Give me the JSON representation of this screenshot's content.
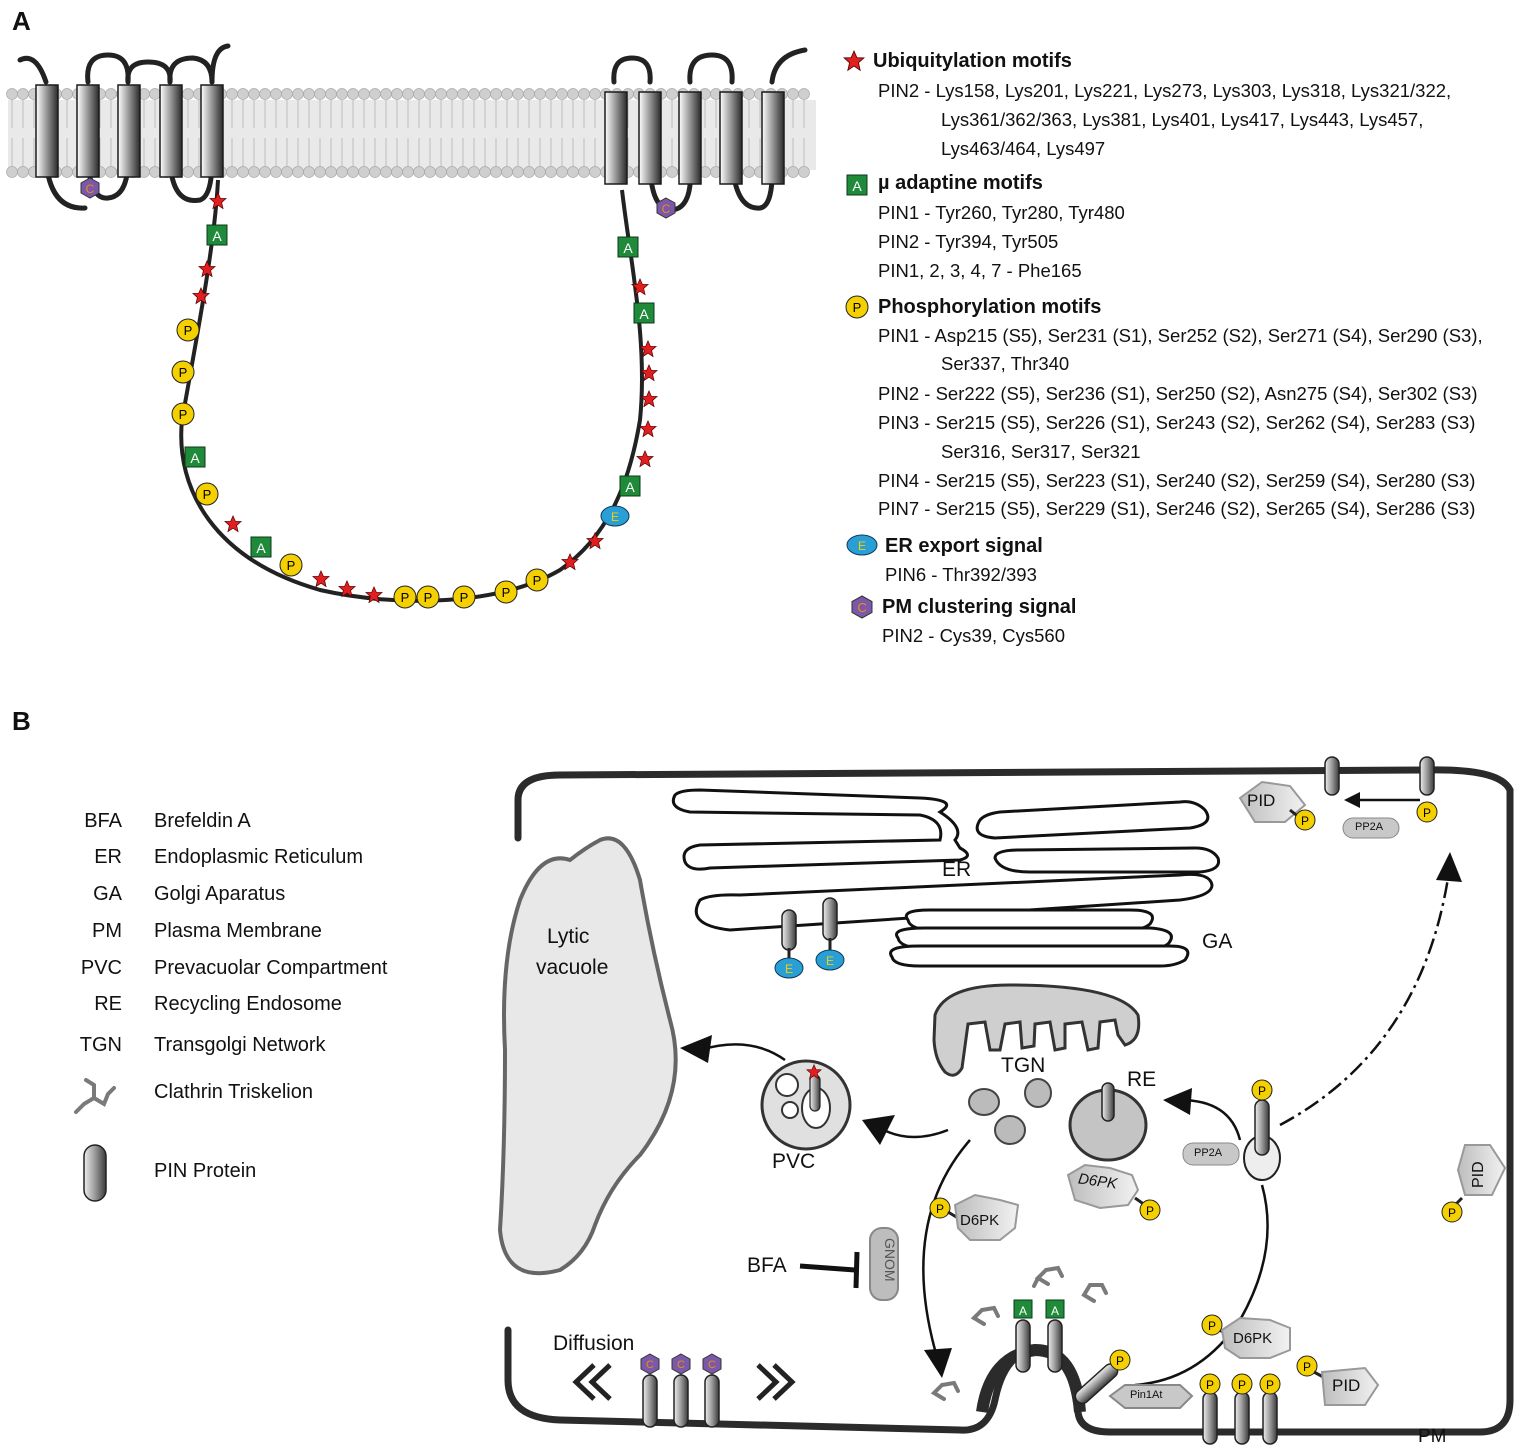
{
  "panels": {
    "a": "A",
    "b": "B"
  },
  "legend_a": {
    "ubiquitylation": {
      "title": "Ubiquitylation motifs",
      "lines": [
        "PIN2 - Lys158, Lys201, Lys221, Lys273, Lys303, Lys318, Lys321/322,",
        "Lys361/362/363, Lys381, Lys401, Lys417, Lys443, Lys457,",
        "Lys463/464, Lys497"
      ]
    },
    "adaptine": {
      "title": "µ adaptine motifs",
      "symbol": "A",
      "lines": [
        "PIN1 - Tyr260, Tyr280, Tyr480",
        "PIN2 - Tyr394, Tyr505",
        "PIN1, 2, 3, 4, 7 - Phe165"
      ]
    },
    "phosphorylation": {
      "title": "Phosphorylation motifs",
      "symbol": "P",
      "lines": [
        "PIN1 - Asp215 (S5), Ser231 (S1), Ser252 (S2), Ser271 (S4), Ser290 (S3),",
        "Ser337, Thr340",
        "PIN2 - Ser222 (S5), Ser236 (S1), Ser250 (S2), Asn275 (S4), Ser302 (S3)",
        "PIN3 - Ser215 (S5), Ser226 (S1), Ser243 (S2), Ser262 (S4), Ser283 (S3)",
        "Ser316, Ser317, Ser321",
        "PIN4 - Ser215 (S5), Ser223 (S1), Ser240 (S2), Ser259 (S4), Ser280 (S3)",
        "PIN7 - Ser215 (S5), Ser229 (S1), Ser246 (S2), Ser265 (S4), Ser286 (S3)"
      ]
    },
    "er_export": {
      "title": "ER export signal",
      "symbol": "E",
      "lines": [
        "PIN6 - Thr392/393"
      ]
    },
    "pm_cluster": {
      "title": "PM clustering signal",
      "symbol": "C",
      "lines": [
        "PIN2 - Cys39, Cys560"
      ]
    }
  },
  "abbreviations": [
    {
      "abbr": "BFA",
      "full": "Brefeldin A"
    },
    {
      "abbr": "ER",
      "full": "Endoplasmic Reticulum"
    },
    {
      "abbr": "GA",
      "full": "Golgi Aparatus"
    },
    {
      "abbr": "PM",
      "full": "Plasma Membrane"
    },
    {
      "abbr": "PVC",
      "full": "Prevacuolar Compartment"
    },
    {
      "abbr": "RE",
      "full": "Recycling Endosome"
    },
    {
      "abbr": "TGN",
      "full": "Transgolgi Network"
    }
  ],
  "legend_b": {
    "clathrin": "Clathrin Triskelion",
    "pin": "PIN Protein"
  },
  "cell_labels": {
    "vacuole_1": "Lytic",
    "vacuole_2": "vacuole",
    "er": "ER",
    "ga": "GA",
    "tgn": "TGN",
    "re": "RE",
    "pvc": "PVC",
    "pm": "PM",
    "diffusion": "Diffusion",
    "bfa": "BFA",
    "gnom": "GNOM",
    "pid": "PID",
    "pp2a": "PP2A",
    "d6pk": "D6PK",
    "pin1at": "Pin1At"
  },
  "colors": {
    "star": "#e02020",
    "adaptine": "#1e8a3a",
    "phospho": "#f5d000",
    "er_export": "#2a9fd6",
    "cluster": "#7a5aa8",
    "cluster_letter": "#f08a1a"
  }
}
